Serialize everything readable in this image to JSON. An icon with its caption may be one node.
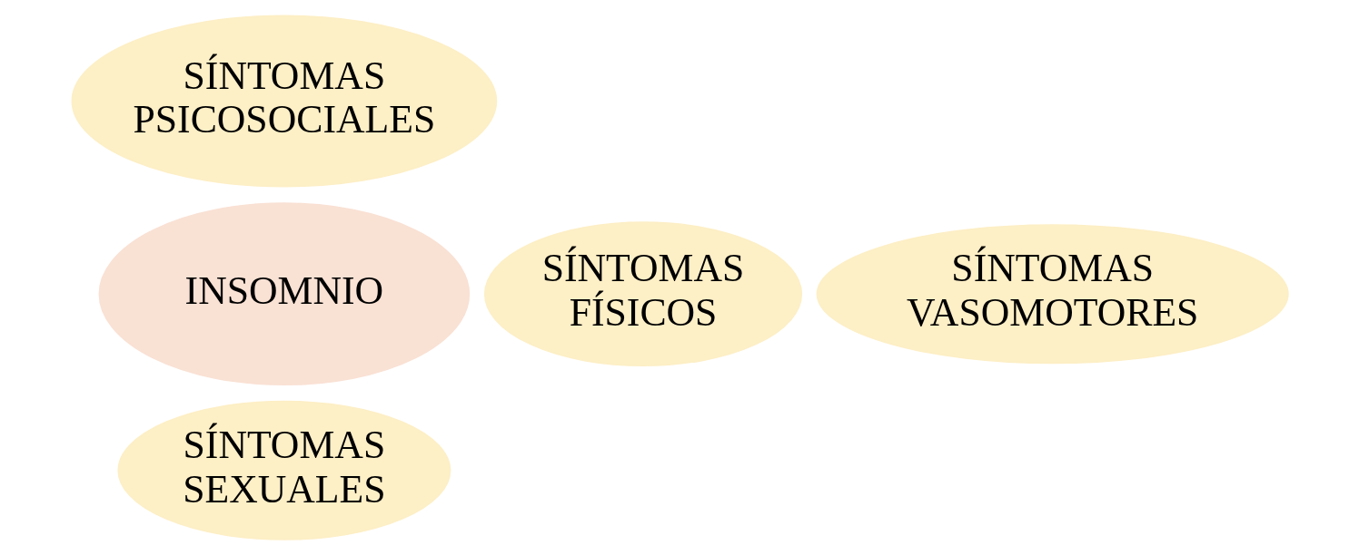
{
  "diagram": {
    "nodes": [
      {
        "text": [
          "SÍNTOMAS PSICOSOCIALES"
        ]
      },
      {
        "text": [
          "SÍNTOMAS FÍSICOS"
        ]
      },
      {
        "text": [
          "INSOMNIO"
        ]
      },
      {
        "text": [
          "SÍNTOMAS VASOMOTORES"
        ]
      },
      {
        "text": [
          "SÍNTOMAS SEXUALES"
        ]
      }
    ]
  }
}
